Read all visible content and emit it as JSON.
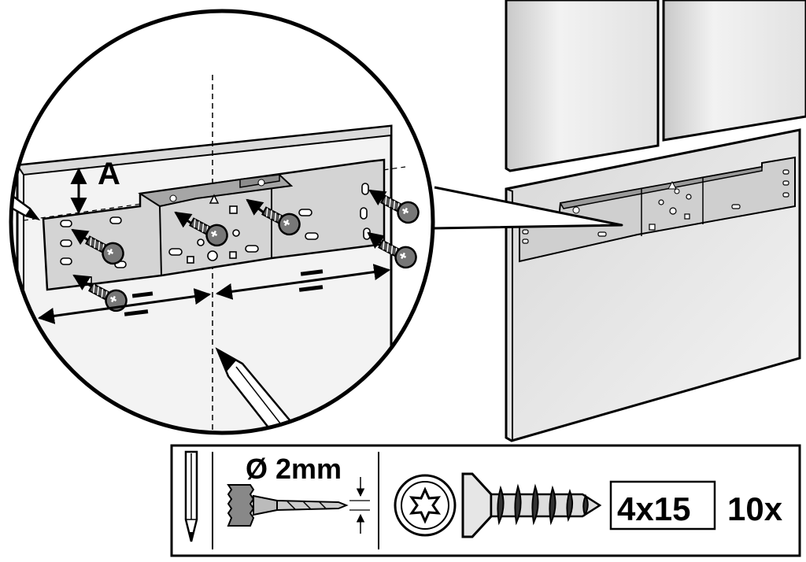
{
  "colors": {
    "line": "#000000",
    "panel": "#e6e6e6",
    "panel_dark": "#b4b4b4",
    "bracket": "#c8c8c8",
    "paper": "#ffffff"
  },
  "detail": {
    "dimension_label": "A"
  },
  "tools_bar": {
    "drill_size_label": "Ø 2mm",
    "screw_size_label": "4x15",
    "quantity_label": "10x",
    "icons": [
      "pencil-icon",
      "drill-bit-icon",
      "torx-bit-icon",
      "screw-icon"
    ]
  }
}
